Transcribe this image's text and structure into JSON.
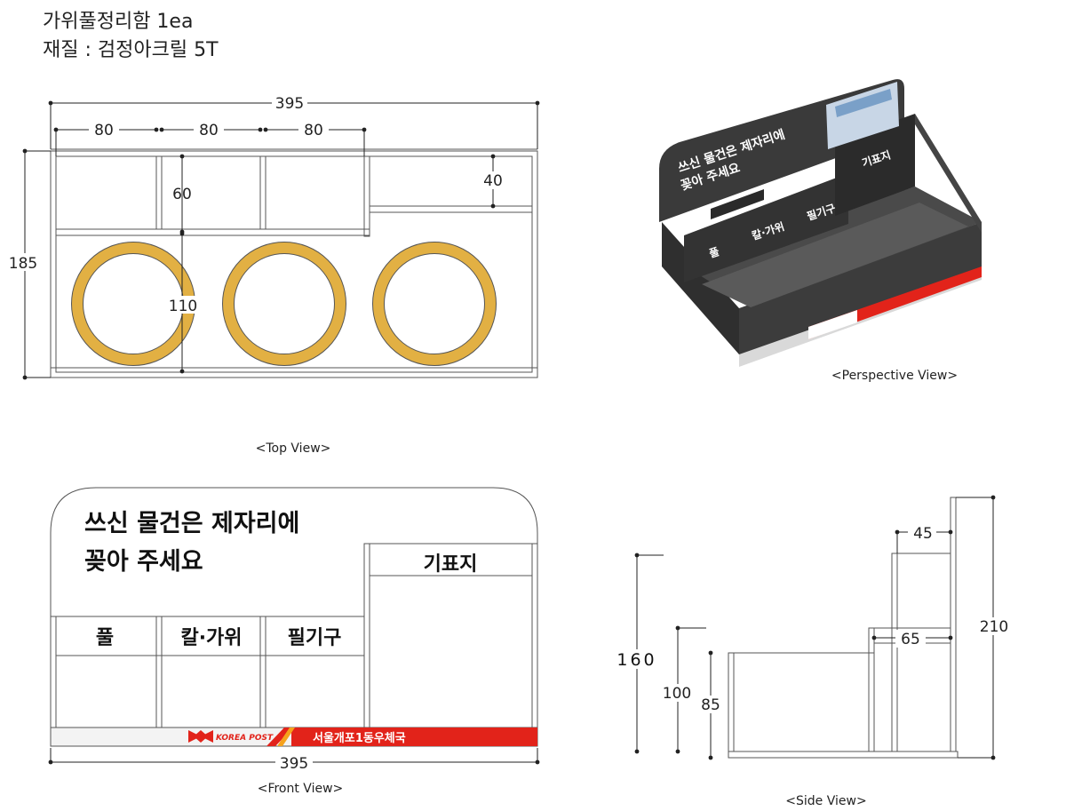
{
  "header": {
    "product_line": "가위풀정리함 1ea",
    "material_line": "재질 : 검정아크릴 5T"
  },
  "views": {
    "top": "<Top View>",
    "perspective": "<Perspective View>",
    "front": "<Front View>",
    "side": "<Side View>"
  },
  "top_view": {
    "overall_width": "395",
    "compartment_width_1": "80",
    "compartment_width_2": "80",
    "compartment_width_3": "80",
    "overall_depth": "185",
    "front_compartment_depth": "60",
    "side_compartment_depth": "40",
    "circle_area_depth": "110"
  },
  "front_view": {
    "sign_line_1": "쓰신 물건은 제자리에",
    "sign_line_2": "꽂아 주세요",
    "compartments": [
      "풀",
      "칼·가위",
      "필기구"
    ],
    "right_compartment": "기표지",
    "brand": "KOREA POST",
    "office": "서울개포1동우체국",
    "overall_width": "395"
  },
  "perspective_view": {
    "sign_line_1": "쓰신 물건은 제자리에",
    "sign_line_2": "꽂아 주세요",
    "labels": [
      "풀",
      "칼·가위",
      "필기구",
      "기표지"
    ]
  },
  "side_view": {
    "top_width": "45",
    "mid_width": "65",
    "overall_height": "210",
    "sign_height": "160",
    "mid_height": "100",
    "front_height": "85"
  },
  "colors": {
    "ring_fill": "#E2B043",
    "acrylic": "#3b3b3b",
    "brand_red": "#E2231A",
    "line": "#333333"
  }
}
